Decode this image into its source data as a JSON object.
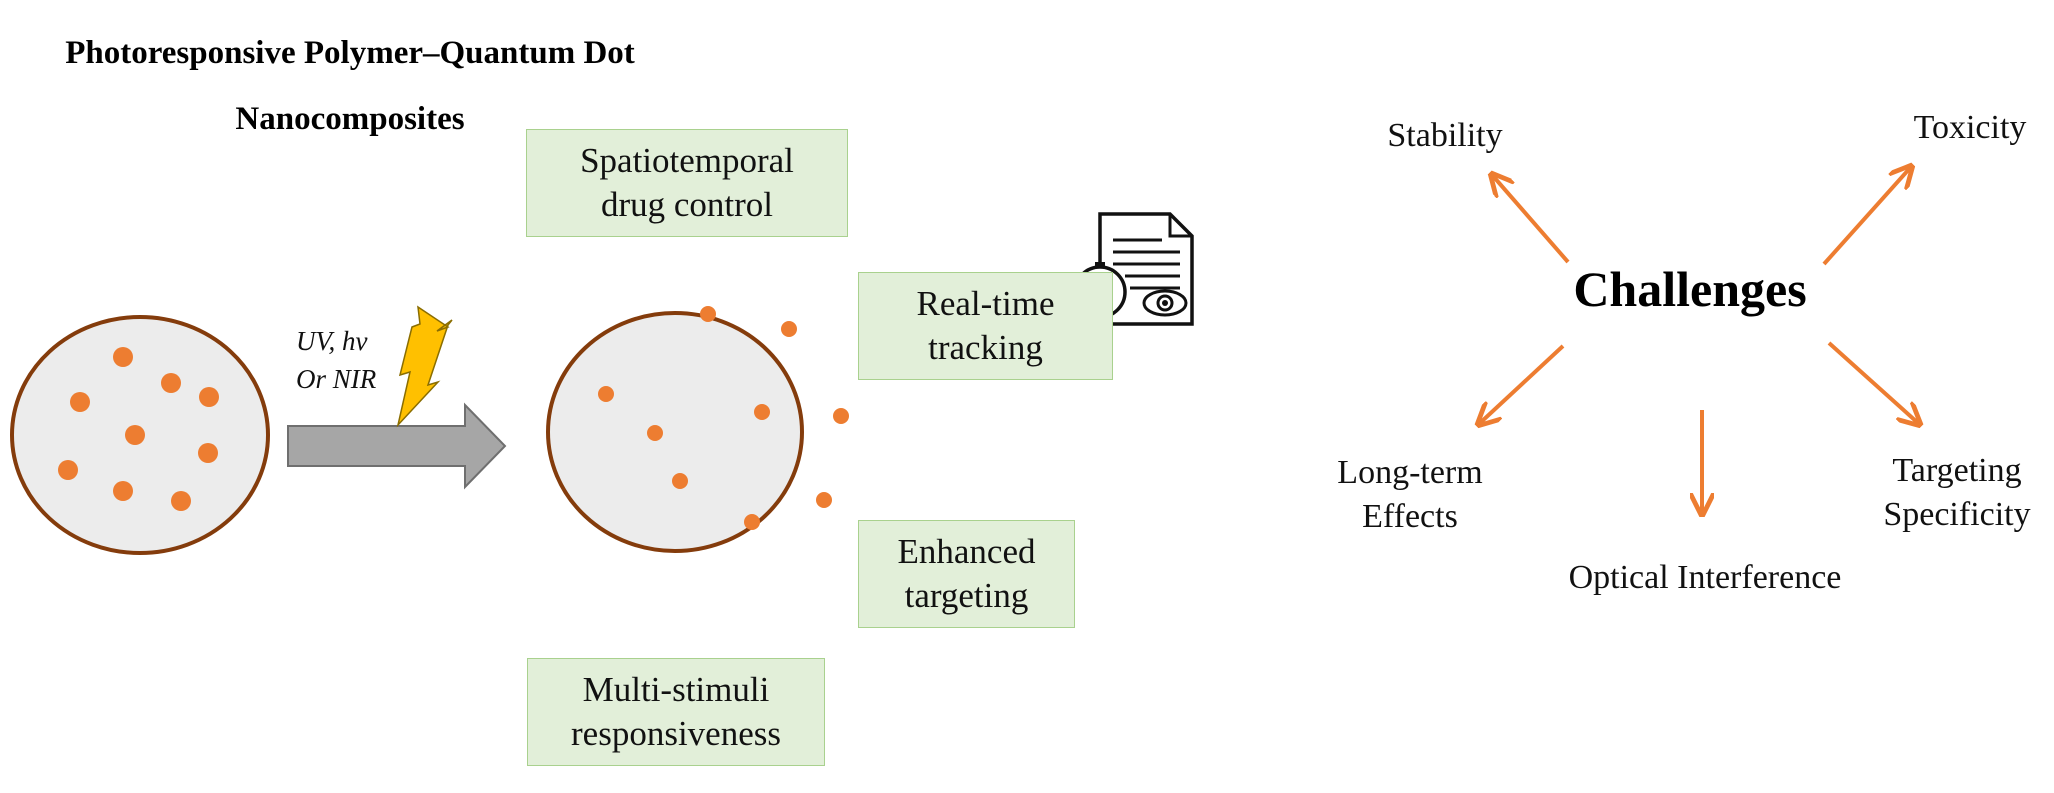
{
  "title": "Photoresponsive Polymer–Quantum Dot\nNanocomposites",
  "stimulus_label": "UV, hv\nOr NIR",
  "benefits": {
    "spatiotemporal": "Spatiotemporal\ndrug control",
    "realtime": "Real-time\ntracking",
    "targeting": "Enhanced\ntargeting",
    "multistimuli": "Multi-stimuli\nresponsiveness"
  },
  "challenges": {
    "center": "Challenges",
    "stability": "Stability",
    "toxicity": "Toxicity",
    "longterm": "Long-term\nEffects",
    "optical": "Optical Interference",
    "specificity": "Targeting\nSpecificity"
  },
  "colors": {
    "dot": "#ed7d31",
    "arrow": "#ed7d31",
    "circle_fill": "#ececec",
    "circle_stroke": "#843c0c",
    "box_fill": "#e2efd9",
    "box_border": "#a9d18e",
    "big_arrow": "#a6a6a6",
    "lightning": "#ffc000"
  },
  "icons": {
    "lightning": "lightning-icon",
    "document": "document-timer-eye-icon"
  }
}
